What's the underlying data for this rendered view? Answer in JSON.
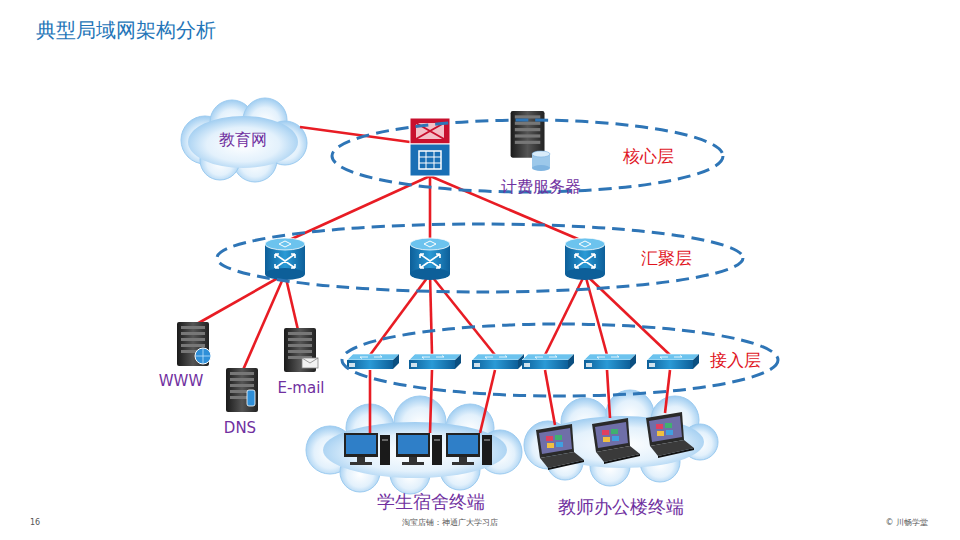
{
  "diagram": {
    "title": "典型局域网架构分析",
    "nodes": [
      {
        "text": [
          "教育网"
        ]
      },
      {
        "text": [
          "核心层"
        ]
      },
      {
        "text": [
          "计费服务器"
        ],
        "in": 1
      },
      {
        "text": [
          "汇聚层"
        ]
      },
      {
        "text": [
          "WWW"
        ]
      },
      {
        "text": [
          "DNS"
        ]
      },
      {
        "text": [
          "E-mail"
        ]
      },
      {
        "text": [
          "接入层"
        ]
      },
      {
        "text": [
          "学生宿舍终端"
        ]
      },
      {
        "text": [
          "教师办公楼终端"
        ]
      }
    ],
    "labels": [
      "16",
      "淘宝店铺：神通广大学习店",
      "© 川畅学堂"
    ]
  }
}
